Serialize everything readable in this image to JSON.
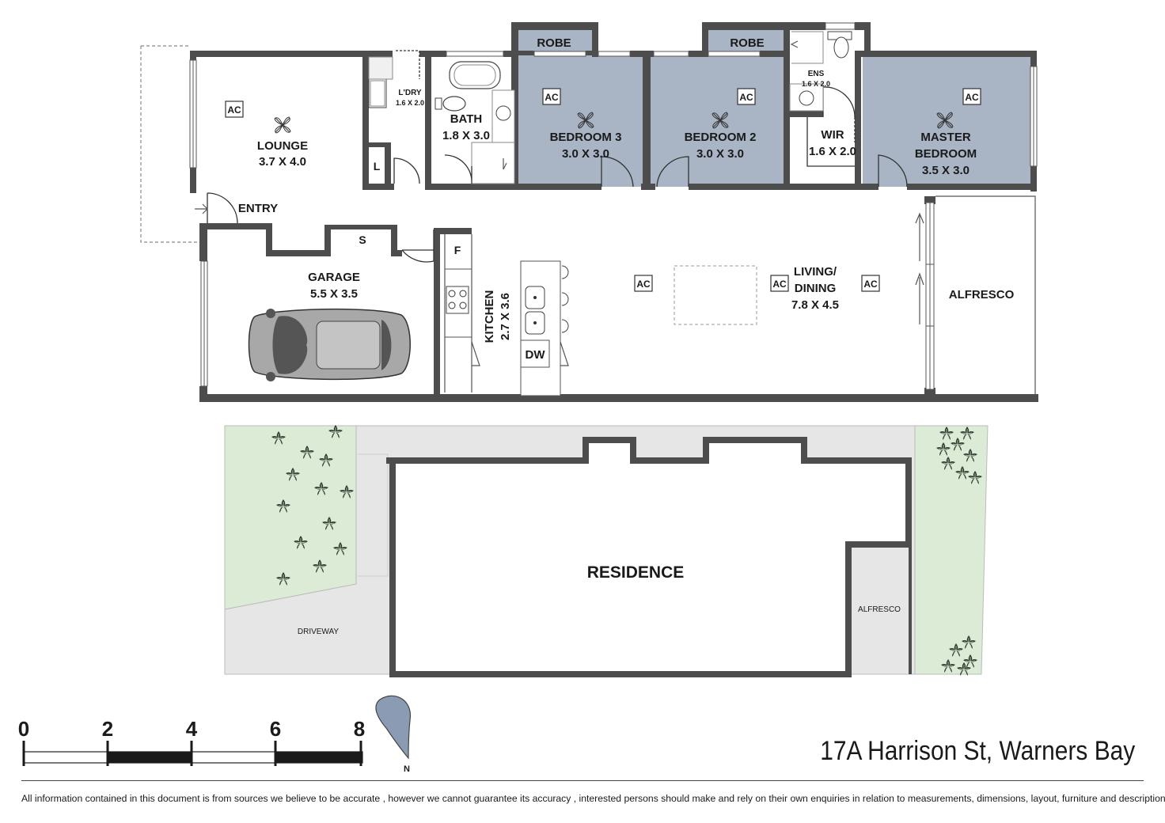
{
  "property": {
    "address": "17A Harrison St, Warners Bay",
    "disclaimer": "All information contained in this document is from sources we believe to be accurate , however we cannot guarantee its accuracy , interested persons should make and rely on their own enquiries in relation to measurements, dimensions, layout, furniture and descriptions."
  },
  "floor_plan": {
    "rooms": {
      "lounge": {
        "name": "LOUNGE",
        "size": "3.7 X 4.0"
      },
      "laundry": {
        "name": "L'DRY",
        "size": "1.6 X 2.0"
      },
      "linen": {
        "name": "L"
      },
      "bath": {
        "name": "BATH",
        "size": "1.8 X 3.0"
      },
      "robe_1": {
        "name": "ROBE"
      },
      "robe_2": {
        "name": "ROBE"
      },
      "bedroom3": {
        "name": "BEDROOM 3",
        "size": "3.0 X 3.0"
      },
      "bedroom2": {
        "name": "BEDROOM 2",
        "size": "3.0 X 3.0"
      },
      "ensuite": {
        "name": "ENS",
        "size": "1.6 X 2.0"
      },
      "wir": {
        "name": "WIR",
        "size": "1.6 X 2.0"
      },
      "master": {
        "name_line1": "MASTER",
        "name_line2": "BEDROOM",
        "size": "3.5 X 3.0"
      },
      "entry": {
        "name": "ENTRY"
      },
      "storage": {
        "name": "S"
      },
      "garage": {
        "name": "GARAGE",
        "size": "5.5 X 3.5"
      },
      "fridge": {
        "name": "F"
      },
      "kitchen": {
        "name": "KITCHEN",
        "size": "2.7 X 3.6"
      },
      "dishwasher": {
        "name": "DW"
      },
      "living": {
        "name_line1": "LIVING/",
        "name_line2": "DINING",
        "size": "7.8 X 4.5"
      },
      "alfresco": {
        "name": "ALFRESCO"
      }
    },
    "ac_label": "AC"
  },
  "site_plan": {
    "residence": "RESIDENCE",
    "alfresco": "ALFRESCO",
    "driveway": "DRIVEWAY"
  },
  "scale_bar": {
    "ticks": [
      "0",
      "2",
      "4",
      "6",
      "8"
    ],
    "compass": "N"
  },
  "colors": {
    "bedroom_fill": "#a9b4c4",
    "wall": "#4d4d4d",
    "garden": "#dcebd6",
    "paving": "#e6e6e6",
    "compass": "#8a9bb3"
  }
}
